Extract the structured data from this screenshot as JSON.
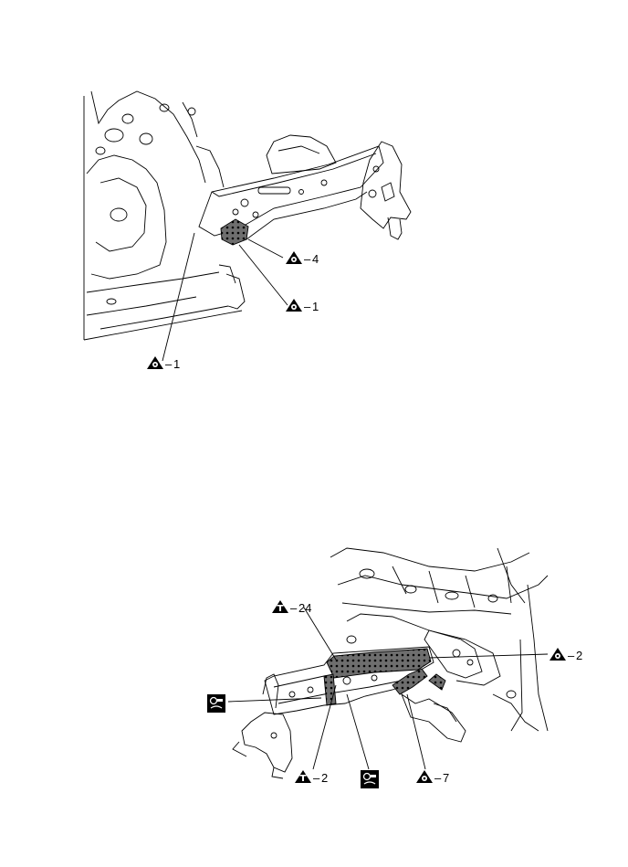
{
  "diagram_top": {
    "callouts": [
      {
        "id": "weld-a",
        "label": "4"
      },
      {
        "id": "weld-b",
        "label": "1"
      },
      {
        "id": "weld-c",
        "label": "1"
      }
    ]
  },
  "diagram_bottom": {
    "callouts": [
      {
        "id": "mig-a",
        "label": "24"
      },
      {
        "id": "spot-a",
        "label": "2"
      },
      {
        "id": "mig-b",
        "label": "2"
      },
      {
        "id": "spot-b",
        "label": "7"
      }
    ]
  },
  "icons": {
    "spot_weld": "spot-weld-triangle-icon",
    "mig_weld": "mig-weld-triangle-icon",
    "sealer": "sealer-gun-icon"
  },
  "colors": {
    "line": "#000000",
    "background": "#ffffff",
    "weld_fill": "#555555"
  }
}
